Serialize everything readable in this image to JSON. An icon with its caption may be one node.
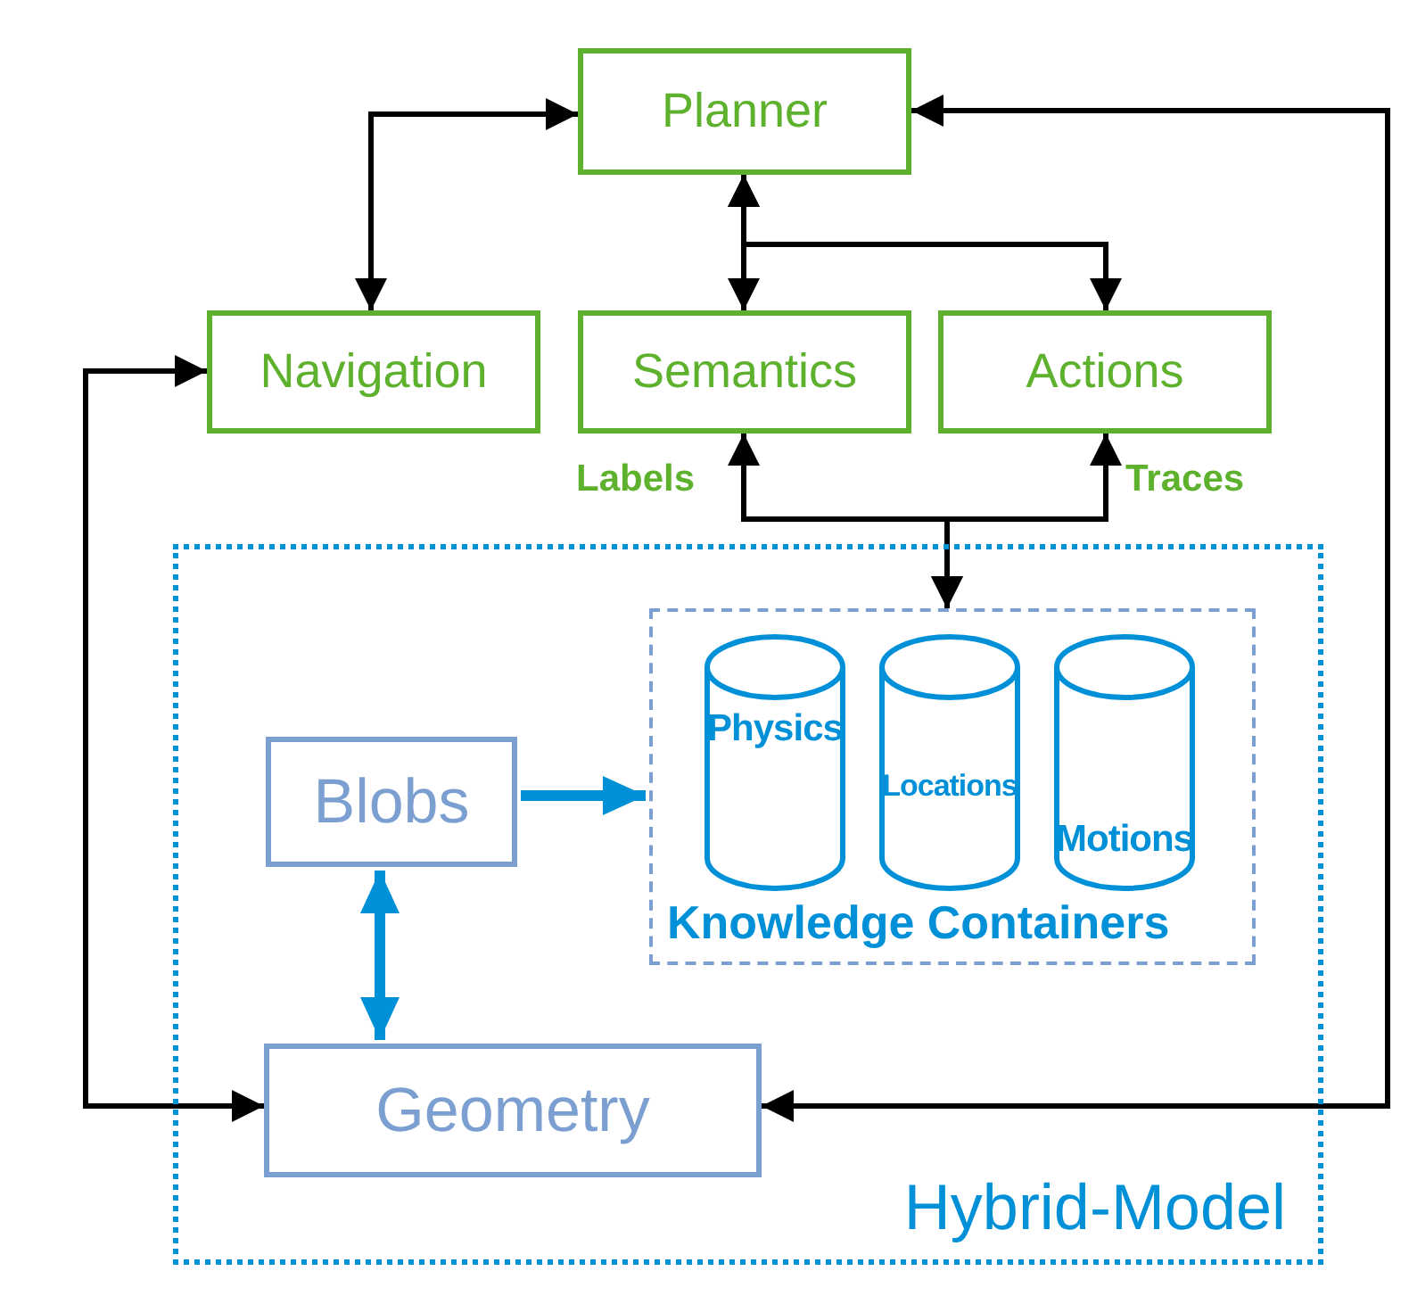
{
  "diagram": {
    "nodes": [
      {
        "text": [
          "Planner"
        ]
      },
      {
        "text": [
          "Navigation"
        ]
      },
      {
        "text": [
          "Semantics"
        ]
      },
      {
        "text": [
          "Actions"
        ]
      },
      {
        "text": [
          "Hybrid-Model"
        ]
      },
      {
        "text": [
          "Knowledge Containers"
        ],
        "in": 4
      },
      {
        "text": [
          "Physics"
        ],
        "in": 5
      },
      {
        "text": [
          "Locations"
        ],
        "in": 5
      },
      {
        "text": [
          "Motions"
        ],
        "in": 5
      },
      {
        "text": [
          "Blobs"
        ],
        "in": 4
      },
      {
        "text": [
          "Geometry"
        ],
        "in": 4
      }
    ],
    "edges": [
      {
        "from": 1,
        "to": 0,
        "arrow": "both"
      },
      {
        "from": 0,
        "to": 2,
        "arrow": "both"
      },
      {
        "from": 0,
        "to": 3,
        "arrow": "both"
      },
      {
        "from": 5,
        "to": 2,
        "arrow": "both",
        "label": "Labels"
      },
      {
        "from": 5,
        "to": 3,
        "arrow": "both",
        "label": "Traces"
      },
      {
        "from": 10,
        "to": 0,
        "arrow": "both"
      },
      {
        "from": 1,
        "to": 10,
        "arrow": "both"
      },
      {
        "from": 9,
        "to": 5,
        "arrow": "to",
        "style": "thick",
        "color": "#0090d8"
      },
      {
        "from": 9,
        "to": 10,
        "arrow": "both",
        "style": "thick",
        "color": "#0090d8"
      }
    ]
  }
}
